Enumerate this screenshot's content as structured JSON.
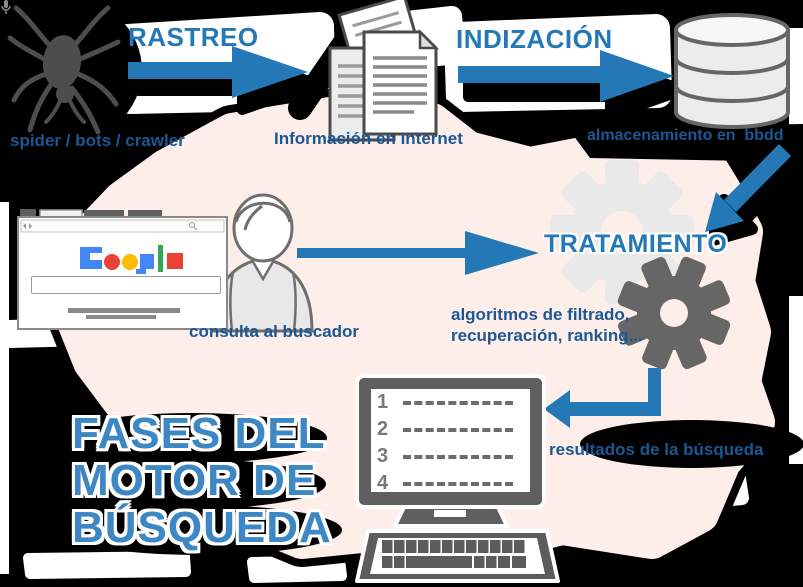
{
  "app": {
    "title": "FASES DEL MOTOR DE BÚSQUEDA"
  },
  "title_lines": [
    "FASES DEL",
    "MOTOR DE",
    "BÚSQUEDA"
  ],
  "phases": {
    "crawl": "RASTREO",
    "index": "INDIZACIÓN",
    "processing": "TRATAMIENTO"
  },
  "captions": {
    "spider": "spider / bots / crawler",
    "internet": "Información en Internet",
    "storage": "almacenamiento en  bbdd",
    "query": "consulta al buscador",
    "algorithms_1": "algoritmos de filtrado,",
    "algorithms_2": "recuperación, ranking...",
    "results": "resultados de la búsqueda"
  },
  "browser": {
    "search_value": "",
    "search_placeholder": ""
  },
  "results_list": {
    "ranks": [
      "1",
      "2",
      "3",
      "4"
    ]
  },
  "icons": {
    "spider": "spider-icon",
    "documents": "documents-icon",
    "database": "database-icon",
    "gears": "gears-icon",
    "user": "user-icon",
    "browser": "browser-window-icon",
    "monitor": "monitor-icon",
    "keyboard": "keyboard-icon",
    "microphone": "mic-icon",
    "search": "search-icon",
    "arrows": [
      "arrow-right-icon",
      "arrow-down-left-icon",
      "arrow-elbow-left-icon"
    ]
  },
  "colors": {
    "arrow_blue": "#2478b5",
    "caption_blue": "#1c5795",
    "title_blue": "#3d88c4",
    "cloud_pink": "#fdeee9",
    "gear_light": "#e9e9e9",
    "gear_dark": "#666666",
    "google": [
      "#4285f4",
      "#ea4335",
      "#fbbc05",
      "#4285f4",
      "#34a853",
      "#ea4335"
    ]
  }
}
